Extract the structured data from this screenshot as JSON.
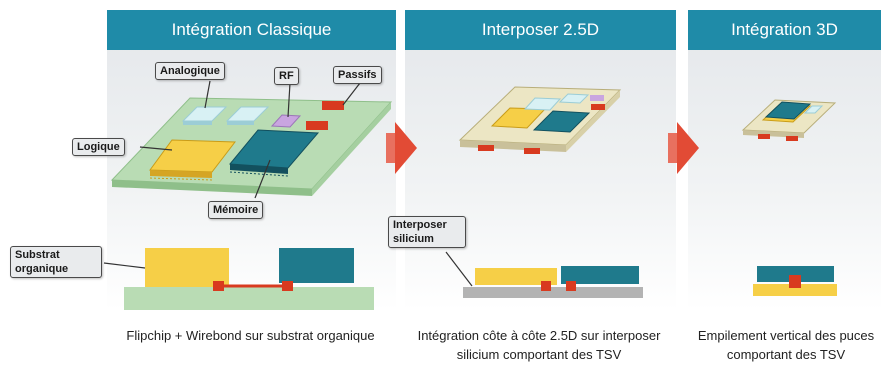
{
  "panels": [
    {
      "title": "Intégration Classique",
      "caption": "Flipchip + Wirebond sur substrat organique"
    },
    {
      "title": "Interposer 2.5D",
      "caption": "Intégration côte à côte 2.5D sur interposer silicium comportant des TSV"
    },
    {
      "title": "Intégration 3D",
      "caption": "Empilement vertical des puces comportant des TSV"
    }
  ],
  "labels": {
    "analogique": "Analogique",
    "rf": "RF",
    "passifs": "Passifs",
    "logique": "Logique",
    "memoire": "Mémoire",
    "substrat": "Substrat organique",
    "interposer": "Interposer silicium"
  },
  "colors": {
    "header": "#1f8ba8",
    "arrow": "#e24b35",
    "substrate": "#b9dcb4",
    "logic_chip": "#f6cf47",
    "memory_chip": "#1f7a8c",
    "bump": "#d83a1f",
    "interposer": "#b3b3b3"
  }
}
